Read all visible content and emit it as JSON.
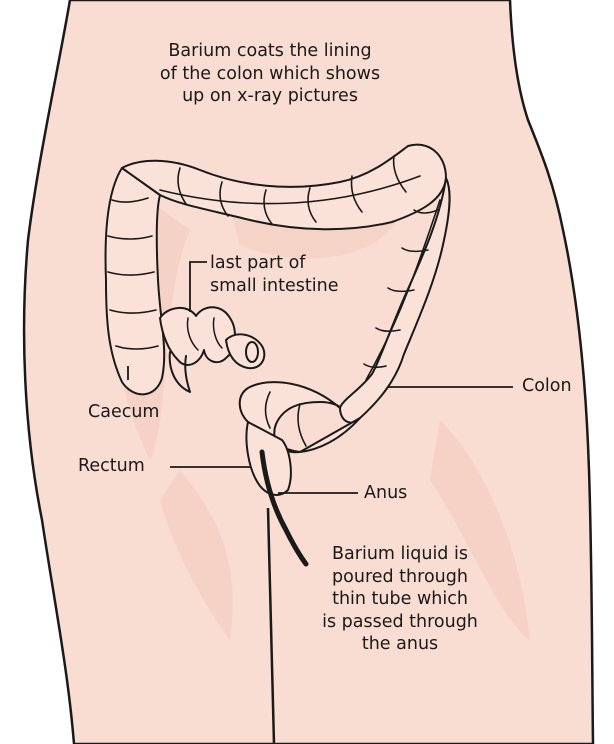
{
  "labels": {
    "barium_coats": [
      "Barium coats the lining",
      "of the colon which shows",
      "up on x-ray pictures"
    ],
    "small_intestine": [
      "last part of",
      "small intestine"
    ],
    "colon": "Colon",
    "caecum": "Caecum",
    "rectum": "Rectum",
    "anus": "Anus",
    "barium_liquid": [
      "Barium liquid is",
      "poured through",
      "thin tube which",
      "is passed through",
      "the anus"
    ]
  },
  "colors": {
    "skin": "#f9dcd2",
    "skin_shadow": "#f2c3b5",
    "organ_fill": "#fbe2d9",
    "outline": "#1a1a1a",
    "text": "#1a1a1a"
  },
  "icons": {
    "body": "human-torso-outline",
    "colon": "large-intestine-drawing",
    "tube": "barium-tube"
  }
}
